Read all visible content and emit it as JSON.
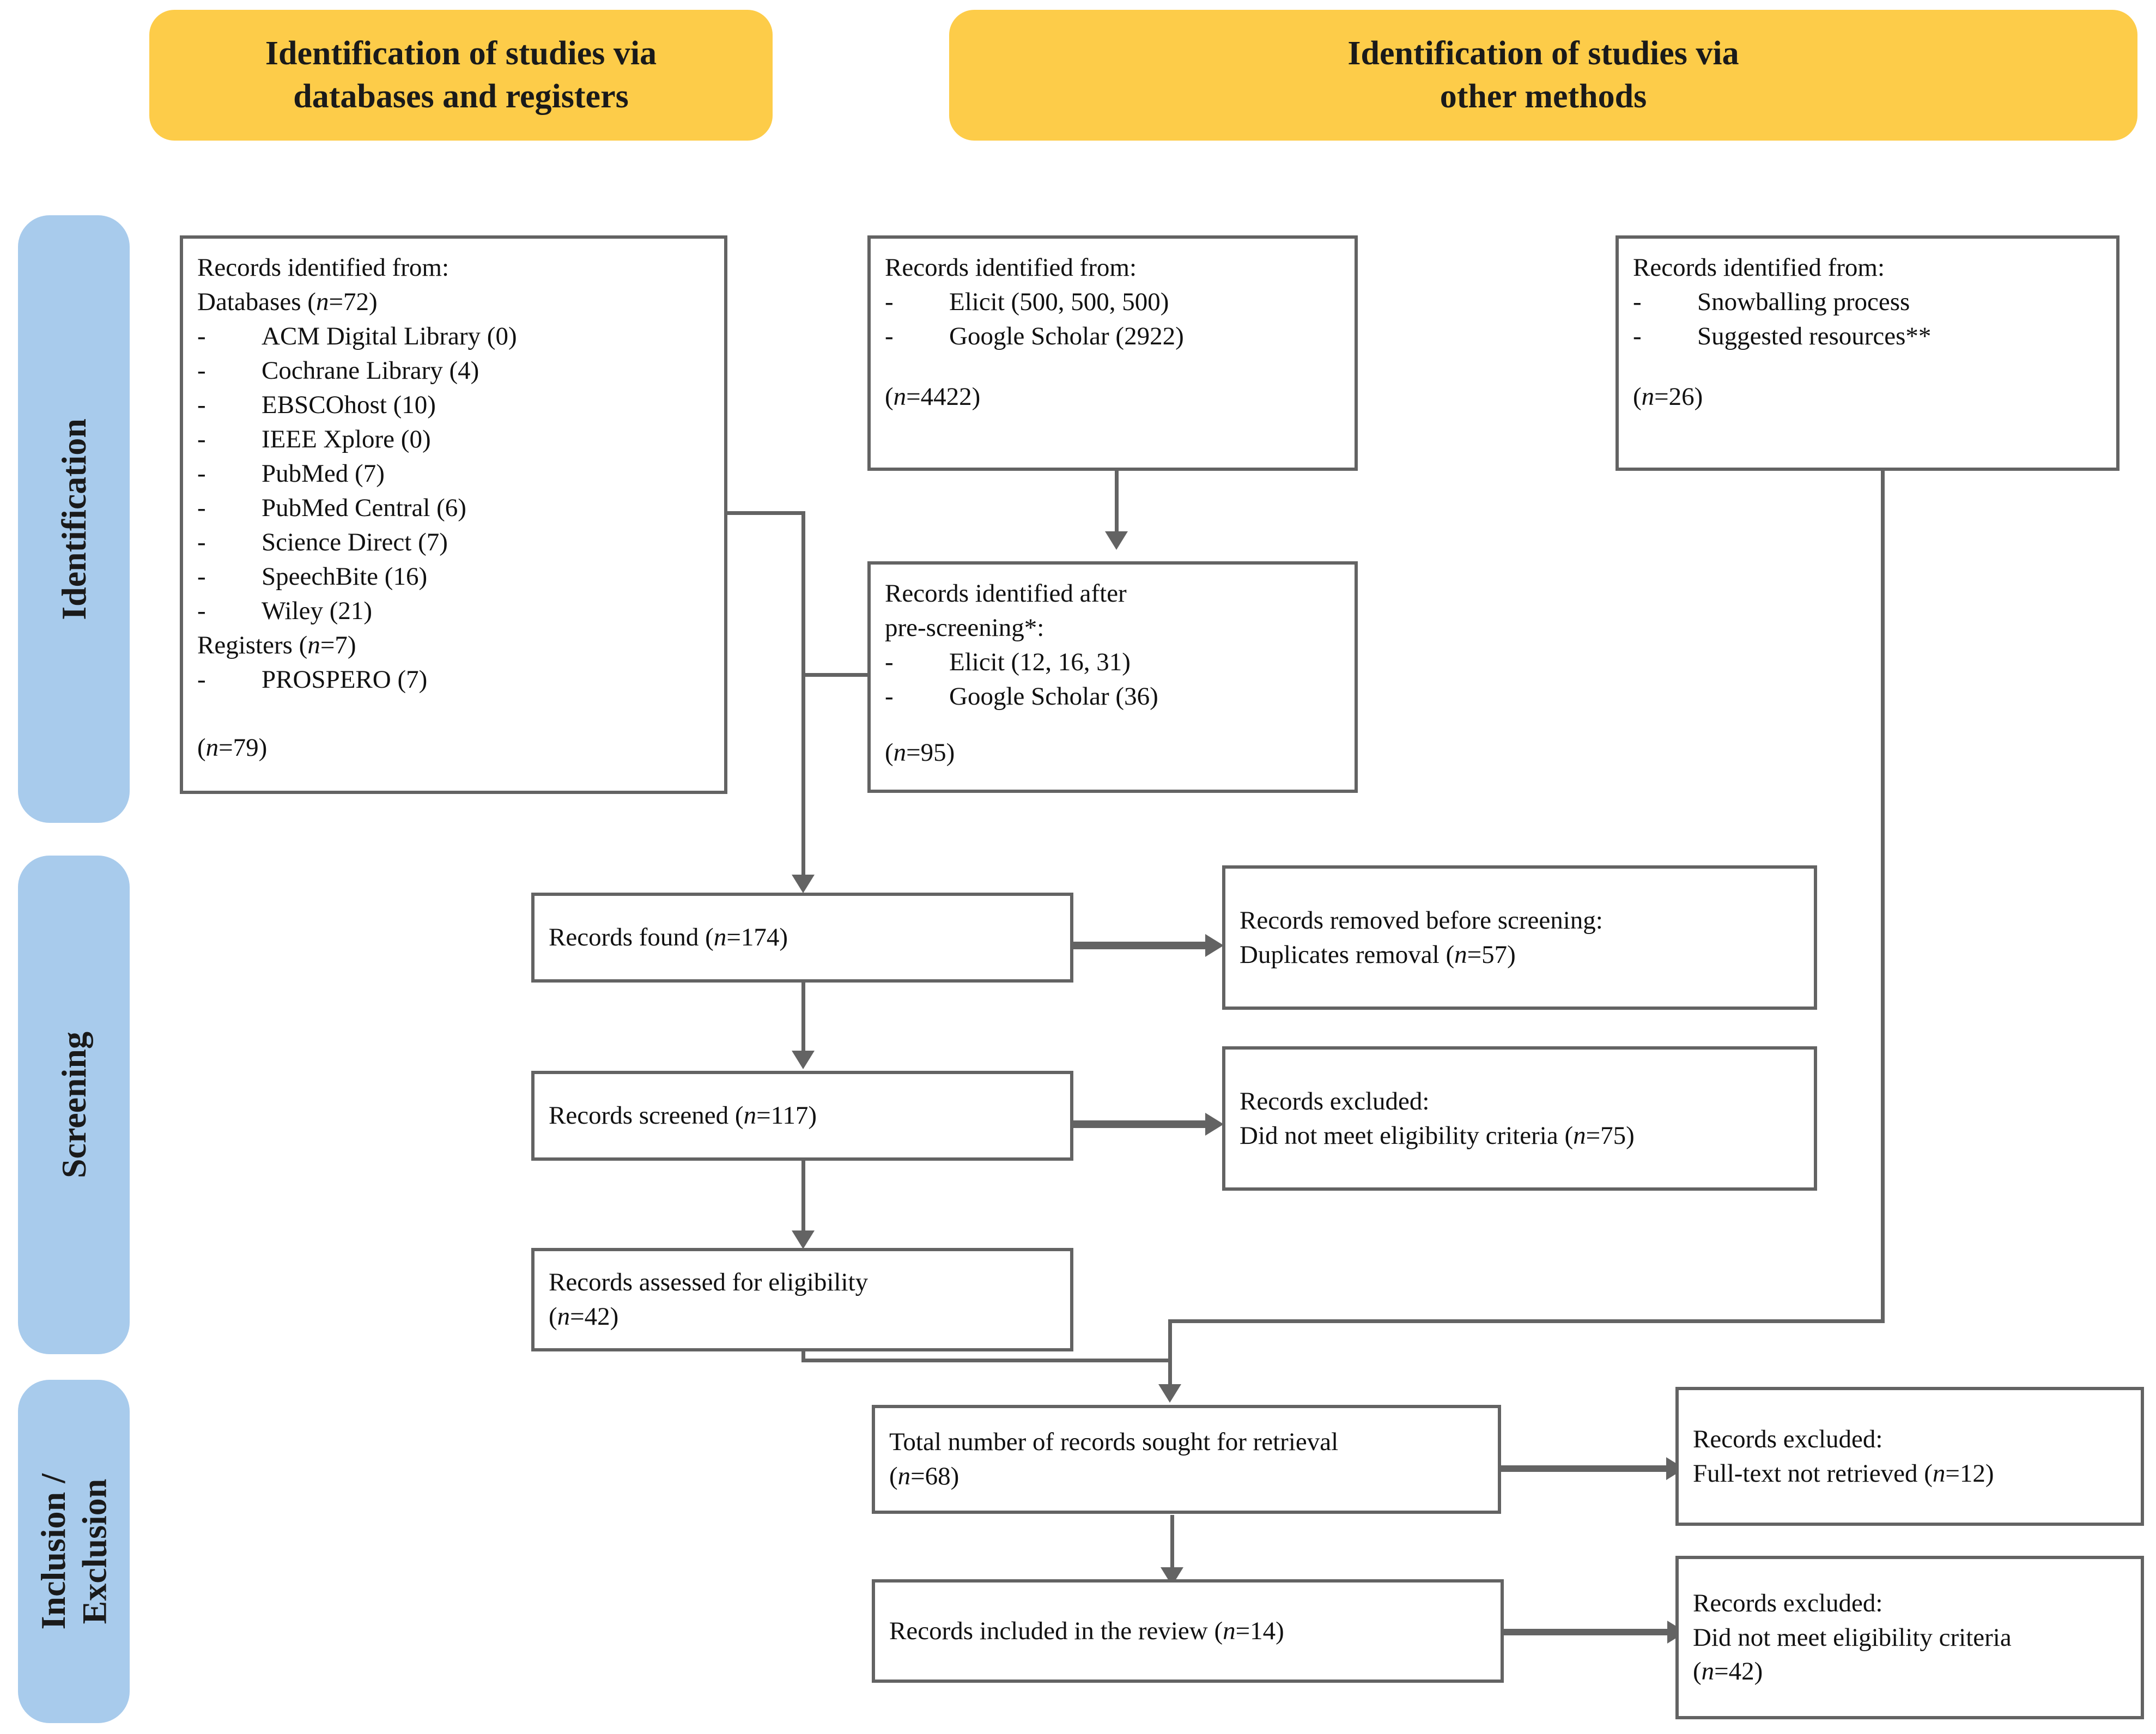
{
  "colors": {
    "banner_yellow": "#FDCC49",
    "stage_blue": "#A8CBEC",
    "box_border": "#636363",
    "text": "#111111"
  },
  "banners": {
    "databases": {
      "line1": "Identification of studies via",
      "line2": "databases and registers"
    },
    "other": {
      "line1": "Identification of studies via",
      "line2": "other methods"
    }
  },
  "stages": {
    "identification": "Identification",
    "screening": "Screening",
    "inclusion_exclusion_line1": "Inclusion /",
    "inclusion_exclusion_line2": "Exclusion"
  },
  "boxes": {
    "databases_registers": {
      "heading": "Records identified from:",
      "databases_label": "Databases (",
      "databases_n": "n",
      "databases_count": "=72)",
      "database_items": [
        "ACM Digital Library (0)",
        "Cochrane Library (4)",
        "EBSCOhost (10)",
        "IEEE Xplore (0)",
        "PubMed (7)",
        "PubMed Central (6)",
        "Science Direct (7)",
        "SpeechBite (16)",
        "Wiley (21)"
      ],
      "registers_label": "Registers (",
      "registers_count": "=7)",
      "register_items": [
        "PROSPERO (7)"
      ],
      "total_prefix": "(",
      "total_suffix": "=79)"
    },
    "other_sources": {
      "heading": "Records identified from:",
      "items": [
        "Elicit (500, 500, 500)",
        "Google Scholar (2922)"
      ],
      "total_prefix": "(",
      "total_suffix": "=4422)"
    },
    "snowballing": {
      "heading": "Records identified from:",
      "items": [
        "Snowballing process",
        "Suggested resources**"
      ],
      "total_prefix": "(",
      "total_suffix": "=26)"
    },
    "pre_screening": {
      "heading_line1": "Records identified after",
      "heading_line2": "pre-screening*:",
      "items": [
        "Elicit (12, 16, 31)",
        "Google Scholar (36)"
      ],
      "total_prefix": "(",
      "total_suffix": "=95)"
    },
    "records_found": {
      "text_prefix": "Records found (",
      "text_suffix": "=174)"
    },
    "removed_before_screening": {
      "line1": "Records removed before screening:",
      "line2_prefix": "Duplicates removal (",
      "line2_suffix": "=57)"
    },
    "records_screened": {
      "text_prefix": "Records screened (",
      "text_suffix": "=117)"
    },
    "excluded_screening": {
      "line1": "Records excluded:",
      "line2_prefix": "Did not meet eligibility criteria (",
      "line2_suffix": "=75)"
    },
    "records_assessed": {
      "line1": "Records assessed for eligibility",
      "line2_prefix": "(",
      "line2_suffix": "=42)"
    },
    "sought_retrieval": {
      "line1": "Total number of records sought for retrieval",
      "line2_prefix": "(",
      "line2_suffix": "=68)"
    },
    "excluded_fulltext": {
      "line1": "Records excluded:",
      "line2_prefix": "Full-text not retrieved (",
      "line2_suffix": "=12)"
    },
    "records_included": {
      "text_prefix": "Records included in the review (",
      "text_suffix": "=14)"
    },
    "excluded_final": {
      "line1": "Records excluded:",
      "line2": "Did not meet eligibility criteria",
      "line3_prefix": "(",
      "line3_suffix": "=42)"
    }
  },
  "symbols": {
    "bullet_dash": "-",
    "italic_n": "n"
  }
}
